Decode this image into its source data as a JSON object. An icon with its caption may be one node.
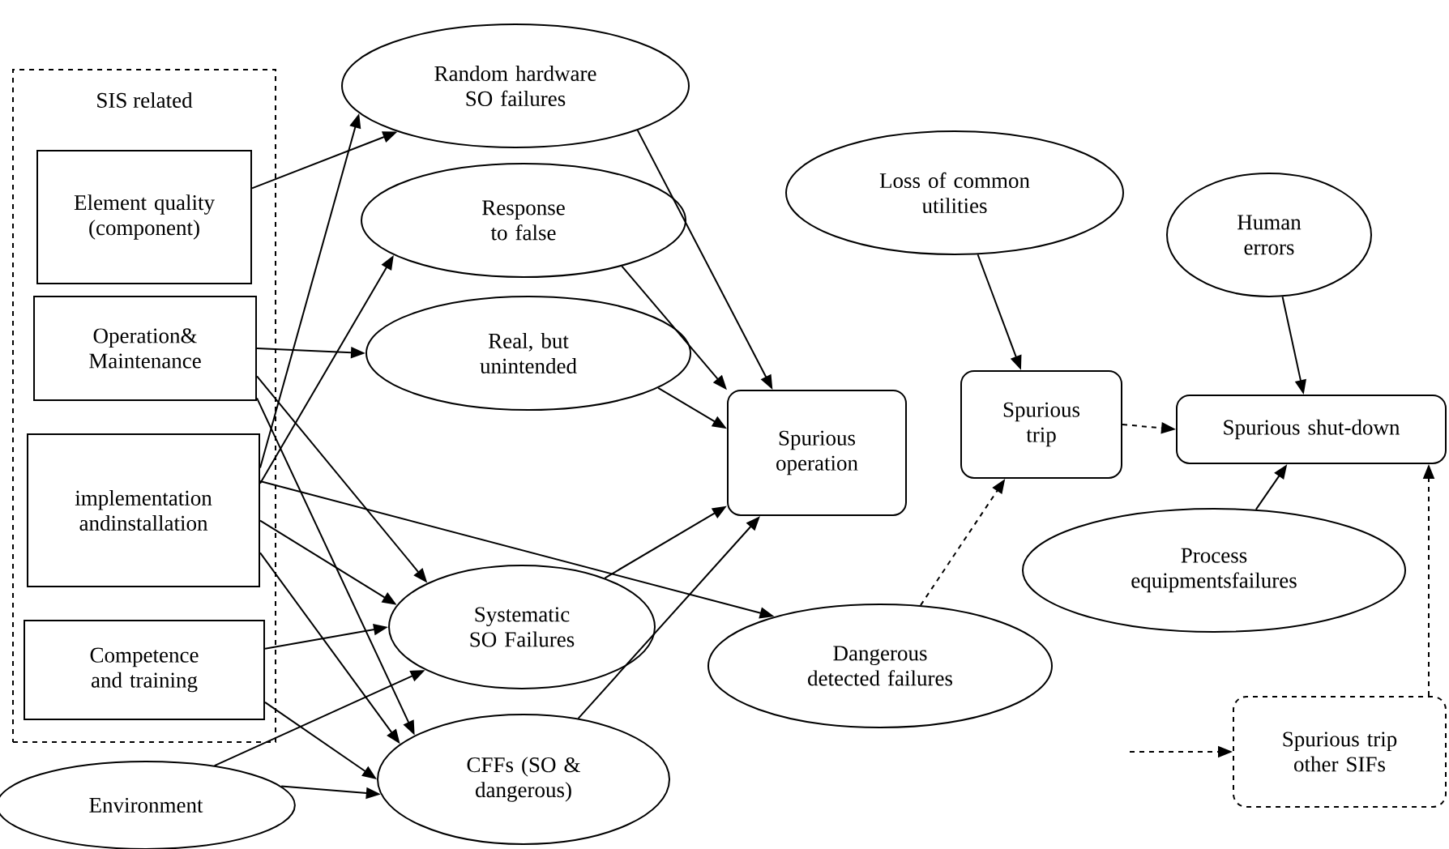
{
  "diagram": {
    "nodes": [
      {
        "text": [
          "SIS related"
        ]
      },
      {
        "text": [
          "Element quality (component)"
        ],
        "in": 0
      },
      {
        "text": [
          "Operation& Maintenance"
        ],
        "in": 0
      },
      {
        "text": [
          "implementation andinstallation"
        ],
        "in": 0
      },
      {
        "text": [
          "Competence and training"
        ],
        "in": 0
      },
      {
        "text": [
          "Environment"
        ]
      },
      {
        "text": [
          "Random hardware SO failures"
        ]
      },
      {
        "text": [
          "Response to false"
        ]
      },
      {
        "text": [
          "Real, but unintended"
        ]
      },
      {
        "text": [
          "Systematic SO Failures"
        ]
      },
      {
        "text": [
          "CFFs (SO & dangerous)"
        ]
      },
      {
        "text": [
          "Spurious operation"
        ]
      },
      {
        "text": [
          "Loss of common utilities"
        ]
      },
      {
        "text": [
          "Dangerous detected failures"
        ]
      },
      {
        "text": [
          "Spurious trip"
        ]
      },
      {
        "text": [
          "Human errors"
        ]
      },
      {
        "text": [
          "Spurious shut-down"
        ]
      },
      {
        "text": [
          "Process equipmentsfailures"
        ]
      },
      {
        "text": [
          "Spurious trip other SIFs"
        ]
      }
    ],
    "edges": [
      {
        "from": 1,
        "to": 6,
        "arrow": "to"
      },
      {
        "from": 3,
        "to": 6,
        "arrow": "to"
      },
      {
        "from": 3,
        "to": 7,
        "arrow": "to"
      },
      {
        "from": 2,
        "to": 8,
        "arrow": "to"
      },
      {
        "from": 2,
        "to": 9,
        "arrow": "to"
      },
      {
        "from": 2,
        "to": 10,
        "arrow": "to"
      },
      {
        "from": 3,
        "to": 9,
        "arrow": "to"
      },
      {
        "from": 3,
        "to": 10,
        "arrow": "to"
      },
      {
        "from": 3,
        "to": 13,
        "arrow": "to"
      },
      {
        "from": 4,
        "to": 9,
        "arrow": "to"
      },
      {
        "from": 4,
        "to": 10,
        "arrow": "to"
      },
      {
        "from": 5,
        "to": 9,
        "arrow": "to"
      },
      {
        "from": 5,
        "to": 10,
        "arrow": "to"
      },
      {
        "from": 6,
        "to": 11,
        "arrow": "to"
      },
      {
        "from": 7,
        "to": 11,
        "arrow": "to"
      },
      {
        "from": 8,
        "to": 11,
        "arrow": "to"
      },
      {
        "from": 9,
        "to": 11,
        "arrow": "to"
      },
      {
        "from": 10,
        "to": 11,
        "arrow": "to"
      },
      {
        "from": 12,
        "to": 14,
        "arrow": "to"
      },
      {
        "from": 13,
        "to": 14,
        "arrow": "to",
        "style": "dashed"
      },
      {
        "from": 14,
        "to": 16,
        "arrow": "to",
        "style": "dashed"
      },
      {
        "from": 15,
        "to": 16,
        "arrow": "to"
      },
      {
        "from": 17,
        "to": 16,
        "arrow": "to"
      },
      {
        "from": 18,
        "to": 16,
        "arrow": "to",
        "style": "dashed"
      },
      {
        "from": null,
        "to": 18,
        "arrow": "to",
        "style": "dashed"
      }
    ]
  }
}
